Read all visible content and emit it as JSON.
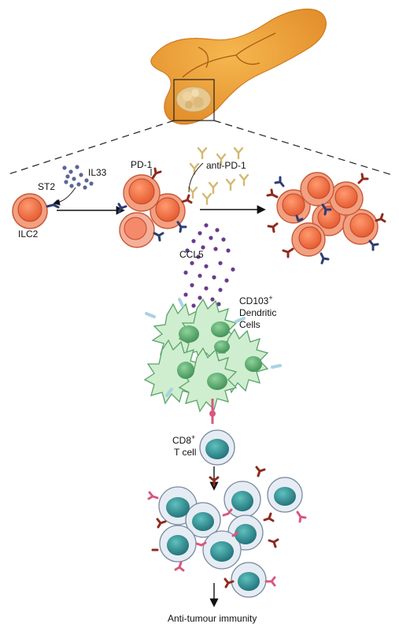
{
  "labels": {
    "st2": "ST2",
    "il33": "IL33",
    "pd1": "PD-1",
    "anti_pd1": "anti-PD-1",
    "ilc2": "ILC2",
    "ccl5": "CCL5",
    "cd103_main": "CD103",
    "cd103_sup": "+",
    "dendritic": "Dendritic",
    "cells": "Cells",
    "cd8_main": "CD8",
    "cd8_sup": "+",
    "tcell": "T cell",
    "outcome": "Anti-tumour immunity"
  },
  "colors": {
    "pancreas": "#f0a23a",
    "pancreas_dark": "#d9822a",
    "tumor": "#e8c98a",
    "ilc2_fill": "#f08a6a",
    "ilc2_nucleus": "#ee6a3f",
    "pd1_receptor": "#8e2a1e",
    "st2_receptor": "#2e3d73",
    "il33_dot": "#5c6596",
    "antibody": "#d4b870",
    "ccl5_dot": "#6a3a8c",
    "dc_fill": "#cfeecf",
    "dc_nucleus": "#5aa36a",
    "tcell_fill": "#e6ecf4",
    "tcell_nucleus": "#2f8a8a",
    "tcr_pink": "#d9577f"
  }
}
